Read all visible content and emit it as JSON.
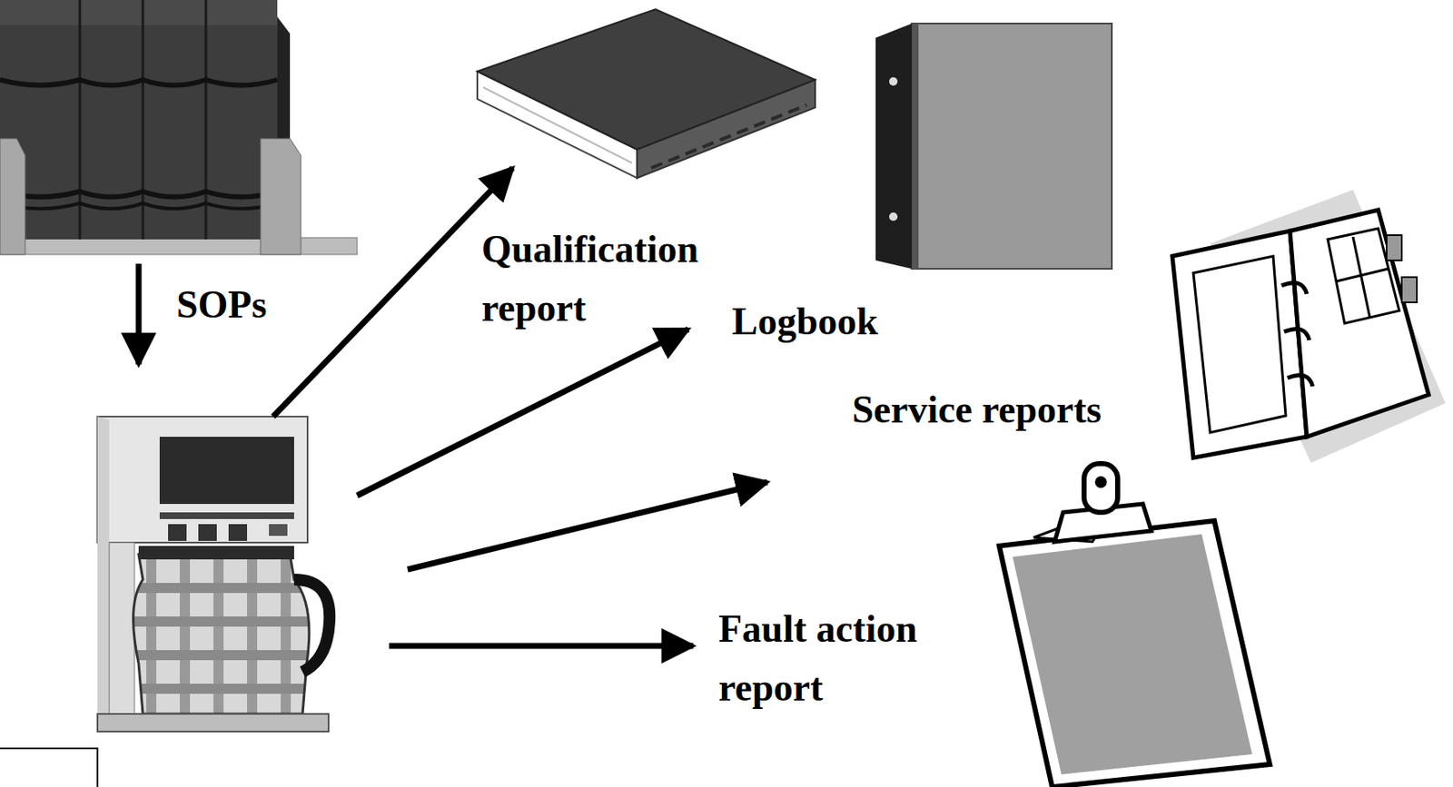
{
  "diagram": {
    "labels": [
      "SOPs",
      "Qualification report",
      "Logbook",
      "Service reports",
      "Fault action report"
    ]
  }
}
